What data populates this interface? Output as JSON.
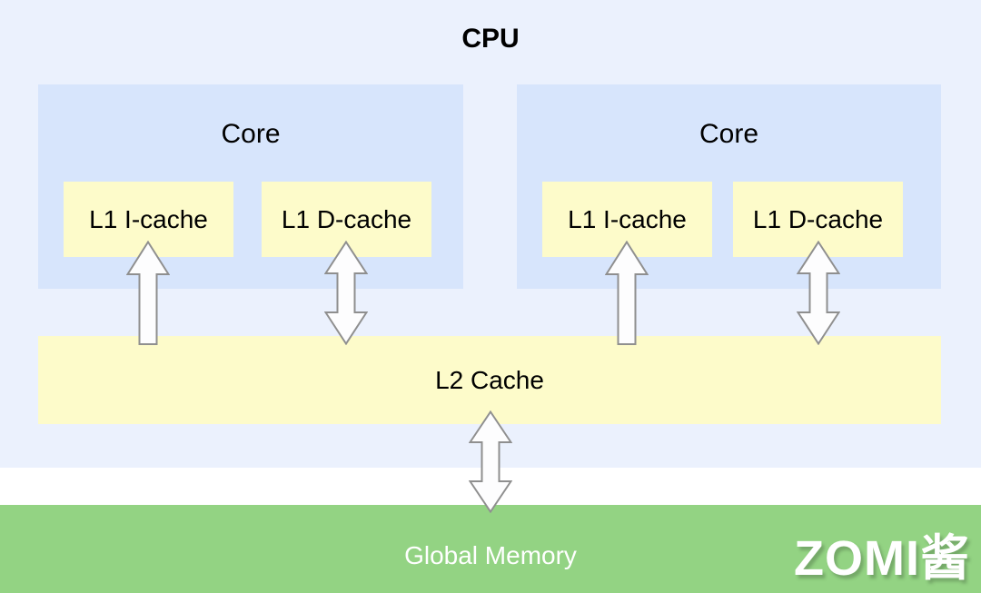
{
  "colors": {
    "cpu_bg": "#EBF1FD",
    "core_bg": "#D7E5FC",
    "cache_bg": "#FDFBCA",
    "memory_bg": "#93D383",
    "arrow_fill": "#FDFDFE",
    "arrow_stroke": "#8F8F8F",
    "text_dark": "#000000",
    "text_light": "#FFFFFF"
  },
  "cpu": {
    "label": "CPU",
    "cores": [
      {
        "label": "Core",
        "l1_icache_label": "L1 I-cache",
        "l1_dcache_label": "L1 D-cache"
      },
      {
        "label": "Core",
        "l1_icache_label": "L1 I-cache",
        "l1_dcache_label": "L1 D-cache"
      }
    ],
    "l2_label": "L2 Cache"
  },
  "memory": {
    "label": "Global Memory"
  },
  "watermark": {
    "text": "ZOMI酱"
  },
  "arrows": [
    {
      "name": "arrow-core1-icache-l2",
      "type": "single-up",
      "connects": [
        "L2 Cache",
        "L1 I-cache (core 1)"
      ]
    },
    {
      "name": "arrow-core1-dcache-l2",
      "type": "double",
      "connects": [
        "L2 Cache",
        "L1 D-cache (core 1)"
      ]
    },
    {
      "name": "arrow-core2-icache-l2",
      "type": "single-up",
      "connects": [
        "L2 Cache",
        "L1 I-cache (core 2)"
      ]
    },
    {
      "name": "arrow-core2-dcache-l2",
      "type": "double",
      "connects": [
        "L2 Cache",
        "L1 D-cache (core 2)"
      ]
    },
    {
      "name": "arrow-l2-global-memory",
      "type": "double",
      "connects": [
        "L2 Cache",
        "Global Memory"
      ]
    }
  ]
}
